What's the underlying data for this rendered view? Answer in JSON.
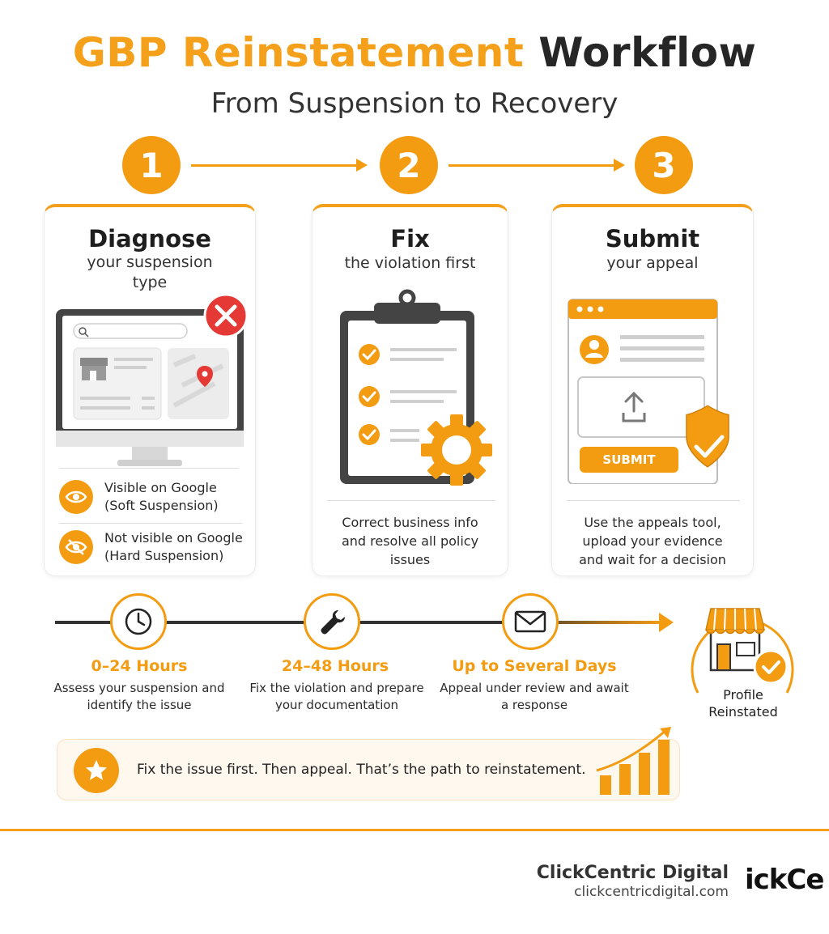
{
  "header": {
    "title_orange": "GBP Reinstatement",
    "title_dark": "Workflow",
    "subtitle": "From Suspension to Recovery"
  },
  "steps": [
    {
      "number": "1",
      "title": "Diagnose",
      "subtitle": "your suspension type"
    },
    {
      "number": "2",
      "title": "Fix",
      "subtitle": "the violation first",
      "description": "Correct business info and resolve all policy issues"
    },
    {
      "number": "3",
      "title": "Submit",
      "subtitle": "your appeal",
      "description": "Use the appeals tool, upload your evidence and wait for a decision",
      "button_label": "SUBMIT"
    }
  ],
  "diagnose_options": [
    {
      "icon": "eye-icon",
      "label": "Visible on Google (Soft Suspension)"
    },
    {
      "icon": "eye-off-icon",
      "label": "Not visible on Google (Hard Suspension)"
    }
  ],
  "timeline": [
    {
      "icon": "clock-icon",
      "label": "0–24 Hours",
      "description": "Assess your suspension and identify the issue"
    },
    {
      "icon": "wrench-icon",
      "label": "24–48 Hours",
      "description": "Fix the violation and prepare your documentation"
    },
    {
      "icon": "envelope-icon",
      "label": "Up to Several Days",
      "description": "Appeal under review and await a response"
    }
  ],
  "outcome": {
    "icon": "storefront-check-icon",
    "label": "Profile Reinstated"
  },
  "banner": {
    "icon": "star-icon",
    "text": "Fix the issue first. Then appeal. That’s the path to reinstatement."
  },
  "footer": {
    "brand": "ClickCentric Digital",
    "url": "clickcentricdigital.com",
    "logo_text": "ickCe"
  },
  "colors": {
    "accent": "#f39c12",
    "dark": "#262626",
    "error": "#e53935"
  }
}
